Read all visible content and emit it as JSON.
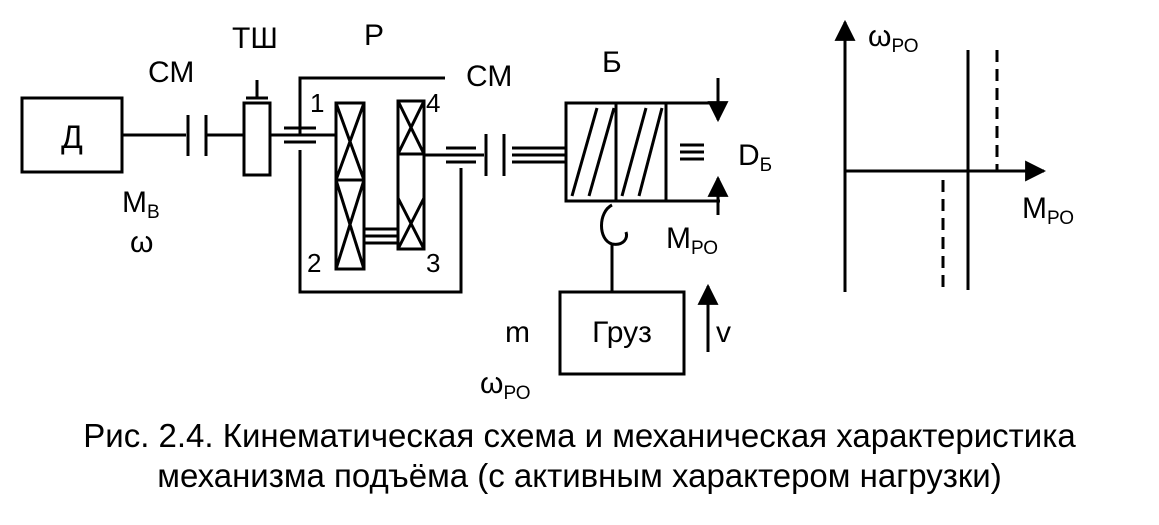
{
  "diagram": {
    "motor": "Д",
    "coupling": "СМ",
    "brake": "ТШ",
    "gearbox": "Р",
    "gear_labels": [
      "1",
      "2",
      "3",
      "4"
    ],
    "drum": "Б",
    "drum_diameter": {
      "main": "D",
      "sub": "Б"
    },
    "shaft_torque": {
      "main": "M",
      "sub": "В"
    },
    "shaft_speed": "ω",
    "load_torque": {
      "main": "M",
      "sub": "РО"
    },
    "load": "Груз",
    "mass": "m",
    "velocity": "v",
    "load_speed": {
      "main": "ω",
      "sub": "РО"
    }
  },
  "characteristic": {
    "y_axis": {
      "main": "ω",
      "sub": "РО"
    },
    "x_axis": {
      "main": "M",
      "sub": "РО"
    }
  },
  "caption": {
    "line1": "Рис. 2.4. Кинематическая схема и механическая характеристика",
    "line2": "механизма подъёма (с активным характером нагрузки)"
  }
}
